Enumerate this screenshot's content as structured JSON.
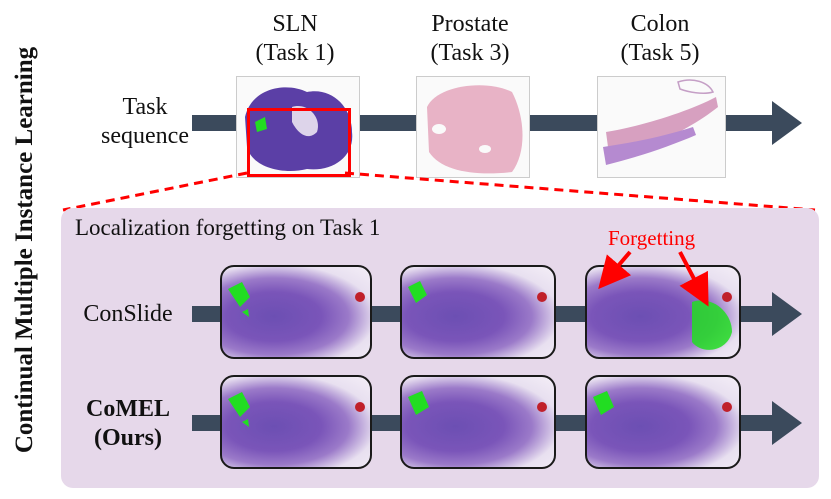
{
  "side_title": "Continual Multiple Instance Learning",
  "task_sequence_label": [
    "Task",
    "sequence"
  ],
  "tasks": [
    {
      "name": "SLN",
      "sub": "(Task 1)"
    },
    {
      "name": "Prostate",
      "sub": "(Task 3)"
    },
    {
      "name": "Colon",
      "sub": "(Task 5)"
    }
  ],
  "panel_title": "Localization forgetting on Task 1",
  "forgetting_label": "Forgetting",
  "rows": [
    {
      "label": "ConSlide",
      "bold": false
    },
    {
      "label_line1": "CoMEL",
      "label_line2": "(Ours)",
      "bold": true
    }
  ],
  "colors": {
    "arrow": "#3b4a5c",
    "highlight": "#ff0000",
    "panel": "#e6d8ea",
    "tissue": "#6c4fb3",
    "localization": "#22dd22"
  }
}
